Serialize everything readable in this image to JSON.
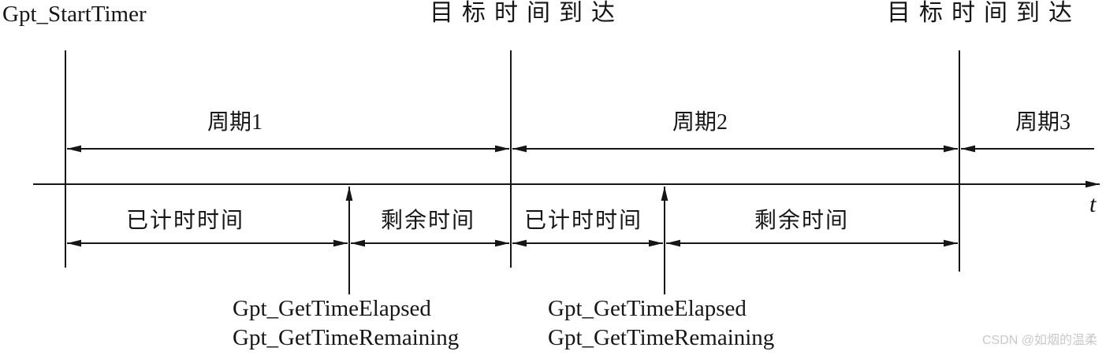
{
  "diagram": {
    "events": {
      "start_label": "Gpt_StartTimer",
      "target_label_mid": "目标时间到达",
      "target_label_right": "目标时间到达"
    },
    "periods": {
      "period1_label": "周期1",
      "period2_label": "周期2",
      "period3_label": "周期3"
    },
    "axis": {
      "label": "t"
    },
    "segments": {
      "elapsed1_label": "已计时时间",
      "remaining1_label": "剩余时间",
      "elapsed2_label": "已计时时间",
      "remaining2_label": "剩余时间"
    },
    "callout1": {
      "line1": "Gpt_GetTimeElapsed",
      "line2": "Gpt_GetTimeRemaining"
    },
    "callout2": {
      "line1": "Gpt_GetTimeElapsed",
      "line2": "Gpt_GetTimeRemaining"
    },
    "watermark": "CSDN @如烟的温柔",
    "colors": {
      "line": "#161616",
      "watermark": "#c9c9c9"
    }
  }
}
